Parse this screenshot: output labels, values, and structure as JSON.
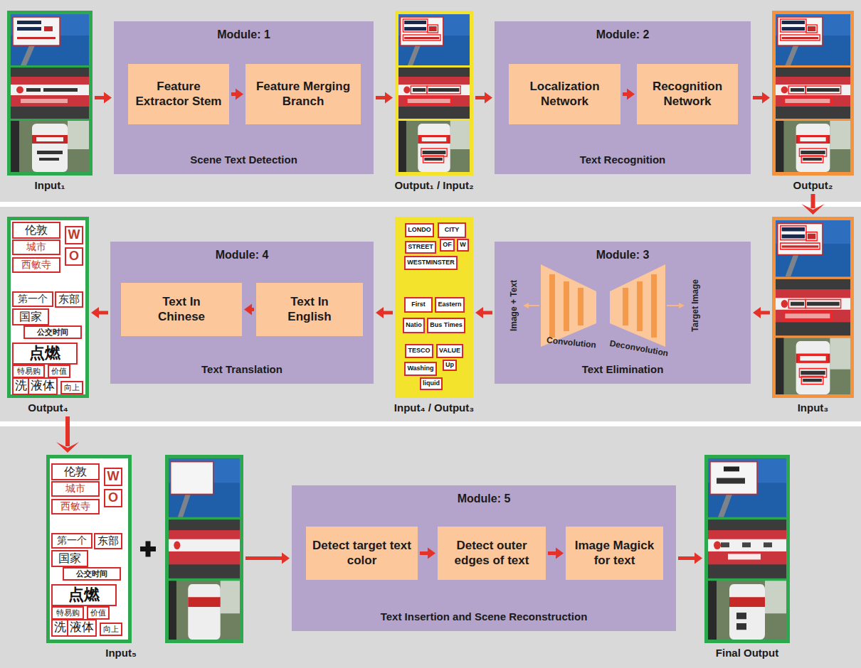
{
  "diagram": {
    "nodes": [
      {
        "text": [
          "Input₁"
        ]
      },
      {
        "text": [
          "Module: 1",
          "Scene Text Detection"
        ]
      },
      {
        "text": [
          "Feature Extractor Stem"
        ],
        "in": 1
      },
      {
        "text": [
          "Feature Merging Branch"
        ],
        "in": 1
      },
      {
        "text": [
          "Output₁ / Input₂"
        ]
      },
      {
        "text": [
          "Module: 2",
          "Text Recognition"
        ]
      },
      {
        "text": [
          "Localization Network"
        ],
        "in": 5
      },
      {
        "text": [
          "Recognition Network"
        ],
        "in": 5
      },
      {
        "text": [
          "Output₂"
        ]
      },
      {
        "text": [
          "Output₄"
        ]
      },
      {
        "text": [
          "伦敦"
        ],
        "in": 9
      },
      {
        "text": [
          "W"
        ],
        "in": 9
      },
      {
        "text": [
          "城市"
        ],
        "in": 9
      },
      {
        "text": [
          "O"
        ],
        "in": 9
      },
      {
        "text": [
          "西敏寺"
        ],
        "in": 9
      },
      {
        "text": [
          "第一个"
        ],
        "in": 9
      },
      {
        "text": [
          "东部"
        ],
        "in": 9
      },
      {
        "text": [
          "国家"
        ],
        "in": 9
      },
      {
        "text": [
          "公交时间"
        ],
        "in": 9
      },
      {
        "text": [
          "点燃"
        ],
        "in": 9
      },
      {
        "text": [
          "特易购"
        ],
        "in": 9
      },
      {
        "text": [
          "价值"
        ],
        "in": 9
      },
      {
        "text": [
          "洗"
        ],
        "in": 9
      },
      {
        "text": [
          "液体"
        ],
        "in": 9
      },
      {
        "text": [
          "向上"
        ],
        "in": 9
      },
      {
        "text": [
          "Module: 4",
          "Text Translation"
        ]
      },
      {
        "text": [
          "Text In Chinese"
        ],
        "in": 25
      },
      {
        "text": [
          "Text In English"
        ],
        "in": 25
      },
      {
        "text": [
          "Input₄ / Output₃"
        ]
      },
      {
        "text": [
          "LONDO"
        ],
        "in": 28
      },
      {
        "text": [
          "CITY"
        ],
        "in": 28
      },
      {
        "text": [
          "OF"
        ],
        "in": 28
      },
      {
        "text": [
          "W"
        ],
        "in": 28
      },
      {
        "text": [
          "STREET"
        ],
        "in": 28
      },
      {
        "text": [
          "WESTMINSTER"
        ],
        "in": 28
      },
      {
        "text": [
          "First"
        ],
        "in": 28
      },
      {
        "text": [
          "Eastern"
        ],
        "in": 28
      },
      {
        "text": [
          "Natio"
        ],
        "in": 28
      },
      {
        "text": [
          "Bus Times"
        ],
        "in": 28
      },
      {
        "text": [
          "TESCO"
        ],
        "in": 28
      },
      {
        "text": [
          "VALUE"
        ],
        "in": 28
      },
      {
        "text": [
          "Up"
        ],
        "in": 28
      },
      {
        "text": [
          "Washing"
        ],
        "in": 28
      },
      {
        "text": [
          "liquid"
        ],
        "in": 28
      },
      {
        "text": [
          "Module: 3",
          "Text Elimination"
        ]
      },
      {
        "text": [
          "Input₃"
        ]
      },
      {
        "text": [
          "Input₅"
        ]
      },
      {
        "text": [
          "伦敦"
        ],
        "in": 46
      },
      {
        "text": [
          "W"
        ],
        "in": 46
      },
      {
        "text": [
          "城市"
        ],
        "in": 46
      },
      {
        "text": [
          "O"
        ],
        "in": 46
      },
      {
        "text": [
          "西敏寺"
        ],
        "in": 46
      },
      {
        "text": [
          "第一个"
        ],
        "in": 46
      },
      {
        "text": [
          "东部"
        ],
        "in": 46
      },
      {
        "text": [
          "国家"
        ],
        "in": 46
      },
      {
        "text": [
          "公交时间"
        ],
        "in": 46
      },
      {
        "text": [
          "点燃"
        ],
        "in": 46
      },
      {
        "text": [
          "特易购"
        ],
        "in": 46
      },
      {
        "text": [
          "价值"
        ],
        "in": 46
      },
      {
        "text": [
          "洗"
        ],
        "in": 46
      },
      {
        "text": [
          "液体"
        ],
        "in": 46
      },
      {
        "text": [
          "向上"
        ],
        "in": 46
      },
      {
        "text": []
      },
      {
        "text": [
          "Module: 5",
          "Text Insertion and Scene Reconstruction"
        ]
      },
      {
        "text": [
          "Detect target text color"
        ],
        "in": 63
      },
      {
        "text": [
          "Detect outer edges of text"
        ],
        "in": 63
      },
      {
        "text": [
          "Image Magick for text"
        ],
        "in": 63
      },
      {
        "text": [
          "Final Output"
        ]
      }
    ],
    "edges": [
      {
        "from": 0,
        "to": 1,
        "arrow": "to"
      },
      {
        "from": 2,
        "to": 3,
        "arrow": "to"
      },
      {
        "from": 1,
        "to": 4,
        "arrow": "to"
      },
      {
        "from": 4,
        "to": 5,
        "arrow": "to"
      },
      {
        "from": 6,
        "to": 7,
        "arrow": "to"
      },
      {
        "from": 5,
        "to": 8,
        "arrow": "to"
      },
      {
        "from": 8,
        "to": 45,
        "arrow": "to"
      },
      {
        "from": 45,
        "to": 44,
        "arrow": "to"
      },
      {
        "from": 44,
        "to": 28,
        "arrow": "to"
      },
      {
        "from": 28,
        "to": 25,
        "arrow": "to"
      },
      {
        "from": 27,
        "to": 26,
        "arrow": "to"
      },
      {
        "from": 25,
        "to": 9,
        "arrow": "to"
      },
      {
        "from": 9,
        "to": 46,
        "arrow": "to"
      },
      {
        "from": 62,
        "to": 63,
        "arrow": "to"
      },
      {
        "from": 64,
        "to": 65,
        "arrow": "to"
      },
      {
        "from": 65,
        "to": 66,
        "arrow": "to"
      },
      {
        "from": 63,
        "to": 67,
        "arrow": "to"
      }
    ],
    "labels": [
      "Image + Text",
      "Convolution",
      "Deconvolution",
      "Target Image"
    ]
  }
}
